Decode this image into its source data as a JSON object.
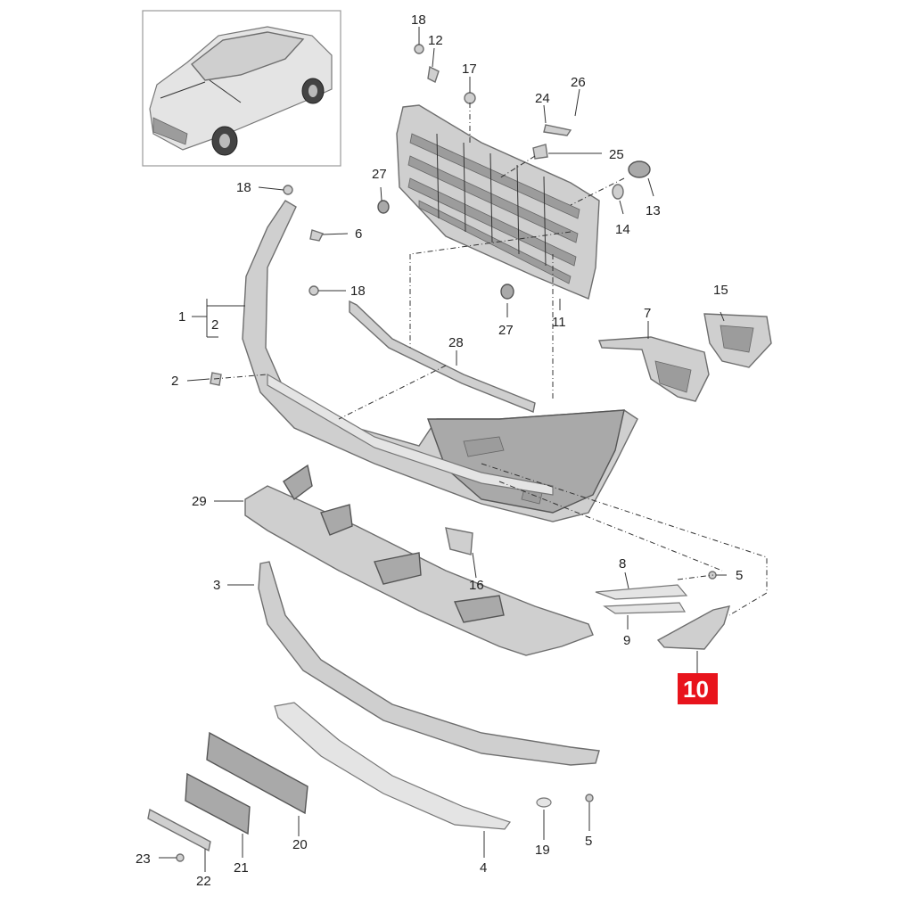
{
  "diagram": {
    "colors": {
      "highlight_bg": "#e8141c",
      "highlight_text": "#ffffff",
      "part_fill": "#cfcfcf",
      "part_stroke": "#6e6e6e",
      "label_text": "#222222"
    },
    "highlighted_part": "10",
    "labels": {
      "l18a": "18",
      "l12": "12",
      "l17": "17",
      "l24": "24",
      "l26": "26",
      "l25": "25",
      "l27a": "27",
      "l13": "13",
      "l14": "14",
      "l18b": "18",
      "l6": "6",
      "l18c": "18",
      "l15": "15",
      "l1": "1",
      "l2a": "2",
      "l27b": "27",
      "l11": "11",
      "l7": "7",
      "l28": "28",
      "l2b": "2",
      "l29": "29",
      "l16": "16",
      "l8": "8",
      "l5a": "5",
      "l3": "3",
      "l9": "9",
      "l10": "10",
      "l19": "19",
      "l5b": "5",
      "l20": "20",
      "l23": "23",
      "l21": "21",
      "l22": "22",
      "l4": "4"
    }
  }
}
